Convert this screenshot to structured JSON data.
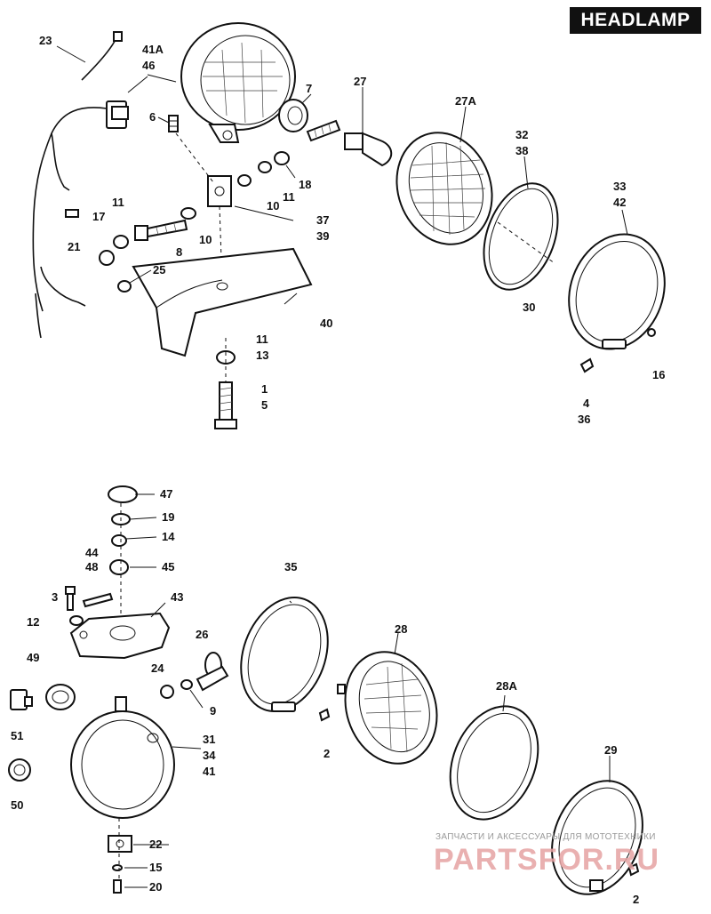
{
  "header": {
    "title": "HEADLAMP"
  },
  "labels": {
    "l23": "23",
    "l41a": "41A",
    "l46": "46",
    "l6": "6",
    "l7": "7",
    "l27": "27",
    "l27a": "27A",
    "l32": "32",
    "l38": "38",
    "l33": "33",
    "l42": "42",
    "l11a": "11",
    "l17": "17",
    "l21": "21",
    "l11b": "11",
    "l18": "18",
    "l10a": "10",
    "l10b": "10",
    "l8": "8",
    "l37": "37",
    "l39": "39",
    "l25": "25",
    "l40": "40",
    "l30": "30",
    "l16": "16",
    "l4": "4",
    "l36": "36",
    "l11c": "11",
    "l13": "13",
    "l1": "1",
    "l5": "5",
    "l47": "47",
    "l19": "19",
    "l14": "14",
    "l45": "45",
    "l44": "44",
    "l48": "48",
    "l3": "3",
    "l12": "12",
    "l43": "43",
    "l26": "26",
    "l35": "35",
    "l28": "28",
    "l49": "49",
    "l24": "24",
    "l9": "9",
    "l51": "51",
    "l31": "31",
    "l34": "34",
    "l41": "41",
    "l2a": "2",
    "l28a": "28A",
    "l50": "50",
    "l29": "29",
    "l22": "22",
    "l15": "15",
    "l20": "20",
    "l2b": "2"
  },
  "watermark": {
    "line1": "ЗАПЧАСТИ И АКСЕССУАРЫ ДЛЯ МОТОТЕХНИКИ",
    "line2": "PARTSFOR.RU"
  }
}
